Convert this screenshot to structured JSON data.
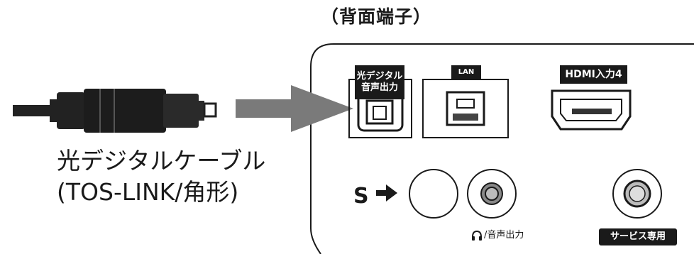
{
  "title": "（背面端子）",
  "cable": {
    "name": "光デジタルケーブル",
    "type": "(TOS-LINK/角形)"
  },
  "ports": {
    "optical": {
      "label_line1": "光デジタル",
      "label_line2": "音声出力"
    },
    "lan": {
      "label": "LAN"
    },
    "hdmi": {
      "label": "HDMI入力4"
    },
    "s_input": {
      "label": "S"
    },
    "headphone": {
      "label": "/音声出力"
    },
    "service": {
      "label": "サービス専用"
    }
  },
  "colors": {
    "panel_outline": "#1a1a1a",
    "arrow": "#7a7a7a",
    "badge_bg": "#1a1a1a"
  }
}
